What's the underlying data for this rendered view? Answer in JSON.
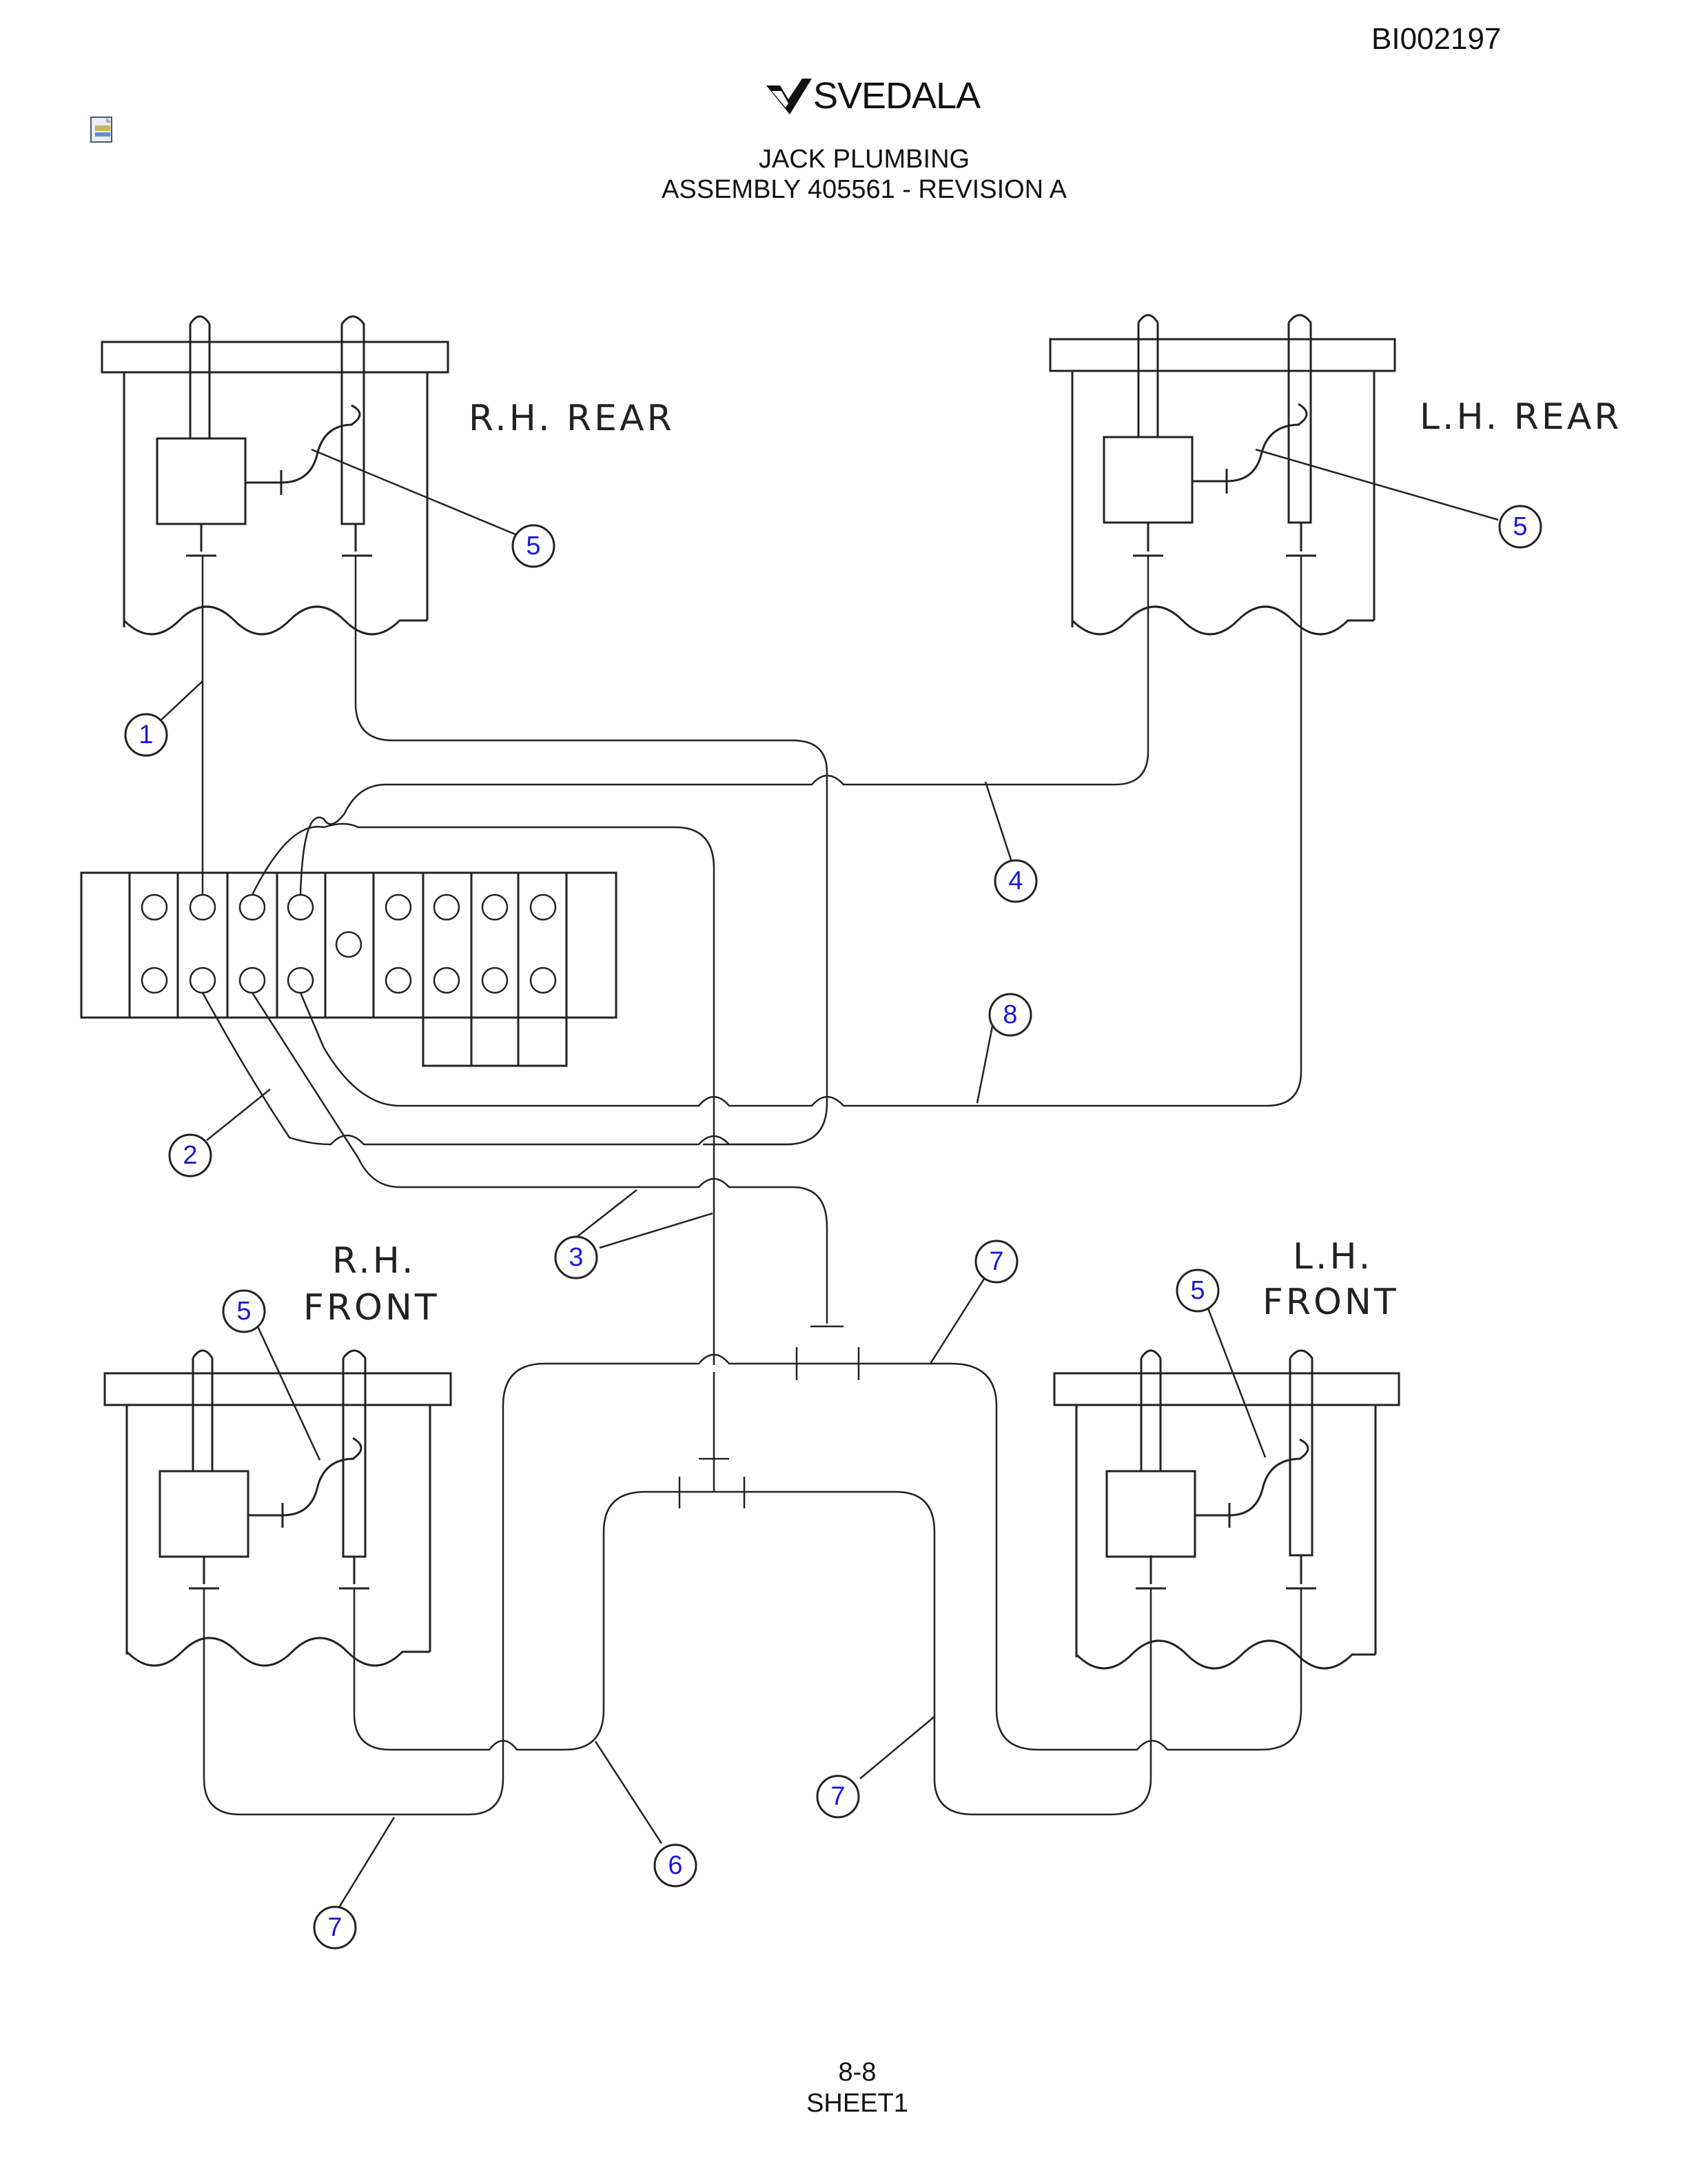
{
  "header": {
    "doc_id": "BI002197",
    "logo_text": "SVEDALA",
    "title_line1": "JACK PLUMBING",
    "title_line2": "ASSEMBLY 405561 - REVISION A"
  },
  "footer": {
    "page": "8-8",
    "sheet": "SHEET1"
  },
  "diagram": {
    "labels": {
      "rh_rear": "R.H.  REAR",
      "lh_rear": "L.H.  REAR",
      "rh_front_1": "R.H.",
      "rh_front_2": "FRONT",
      "lh_front_1": "L.H.",
      "lh_front_2": "FRONT"
    },
    "callouts": [
      "1",
      "2",
      "3",
      "4",
      "5",
      "5",
      "5",
      "5",
      "6",
      "7",
      "7",
      "7",
      "8"
    ]
  },
  "colors": {
    "callout_text": "#1a1adb",
    "line": "#222222"
  }
}
